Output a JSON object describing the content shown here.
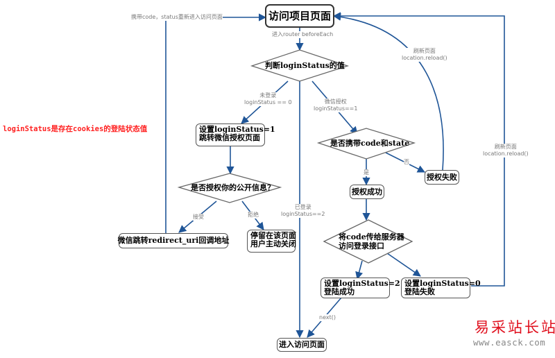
{
  "note": "loginStatus是存在cookies的登陆状态值",
  "nodes": {
    "start": "访问项目页面",
    "check_status": "判断loginStatus的值",
    "set_status_1_line1": "设置loginStatus=1",
    "set_status_1_line2": "跳转微信授权页面",
    "authorize_question": "是否授权你的公开信息？",
    "wechat_redirect": "微信跳转redirect_uri回调地址",
    "stay_line1": "停留在该页面",
    "stay_line2": "用户主动关闭",
    "has_code_state": "是否携带code和state",
    "auth_success": "授权成功",
    "auth_fail": "授权失败",
    "send_code_line1": "将code传给服务器",
    "send_code_line2": "访问登录接口",
    "set_status_2_line1": "设置loginStatus=2",
    "set_status_2_line2": "登陆成功",
    "set_status_0_line1": "设置loginStatus=0",
    "set_status_0_line2": "登陆失败",
    "enter_page": "进入访问页面"
  },
  "edges": {
    "router": "进入router beforeEach",
    "not_logged_line1": "未登录",
    "not_logged_line2": "loginStatus == 0",
    "wechat_auth_line1": "微信授权",
    "wechat_auth_line2": "loginStatus==1",
    "logged_line1": "已登录",
    "logged_line2": "loginStatus==2",
    "accept": "接受",
    "reject": "拒绝",
    "yes": "是",
    "no": "否",
    "reenter": "携带code，status重新进入访问页面",
    "reload1_line1": "刷新页面",
    "reload1_line2": "location.reload()",
    "reload2_line1": "刷新页面",
    "reload2_line2": "location.reload()",
    "next": "next()"
  },
  "colors": {
    "edge": "#1f5597",
    "note": "#ff2020",
    "watermark": "#e0101e"
  },
  "watermark": {
    "name": "易采站长站",
    "url": "www.easck.com"
  }
}
